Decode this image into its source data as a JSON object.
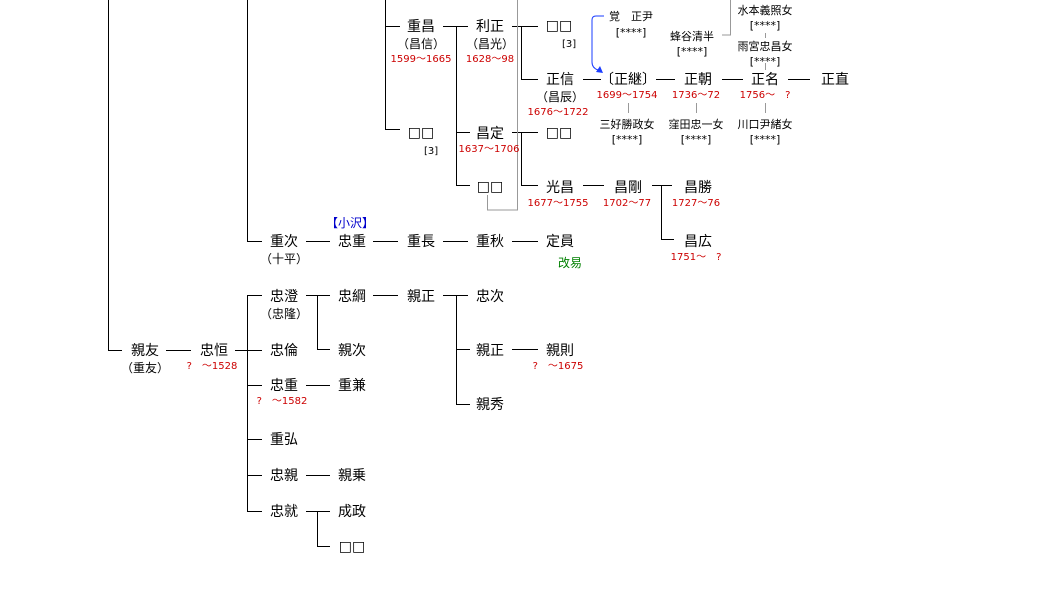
{
  "tree": {
    "persons": {
      "shigemasa": {
        "name": "重昌",
        "alias": "（昌信）",
        "dates": "1599〜1665"
      },
      "toshimasa": {
        "name": "利正",
        "alias": "（昌光）",
        "dates": "1628〜98"
      },
      "unknown_a": {
        "name": "□□",
        "footnote": "[3]"
      },
      "kan_masatada": {
        "name": "覚　正尹",
        "tag": "[****]"
      },
      "hachiya_seihan": {
        "name": "蜂谷清半",
        "tag": "[****]"
      },
      "mizumoto": {
        "name": "水本義照女",
        "tag": "[****]"
      },
      "amemiya": {
        "name": "雨宮忠昌女",
        "tag": "[****]"
      },
      "masanobu": {
        "name": "正信",
        "alias": "（昌辰）",
        "dates": "1676〜1722"
      },
      "masatsugu": {
        "name": "〔正継〕",
        "dates": "1699〜1754"
      },
      "masatomo": {
        "name": "正朝",
        "dates": "1736〜72"
      },
      "masana": {
        "name": "正名",
        "dates": "1756〜　?"
      },
      "masanao": {
        "name": "正直"
      },
      "miyoshi": {
        "name": "三好勝政女",
        "tag": "[****]"
      },
      "kubota": {
        "name": "窪田忠一女",
        "tag": "[****]"
      },
      "kawaguchi": {
        "name": "川口尹緒女",
        "tag": "[****]"
      },
      "unknown_b": {
        "name": "□□",
        "footnote": "[3]"
      },
      "masasada": {
        "name": "昌定",
        "dates": "1637〜1706"
      },
      "unknown_c": {
        "name": "□□"
      },
      "unknown_d": {
        "name": "□□"
      },
      "mitsumasa": {
        "name": "光昌",
        "dates": "1677〜1755"
      },
      "masatake": {
        "name": "昌剛",
        "dates": "1702〜77"
      },
      "masakatsu": {
        "name": "昌勝",
        "dates": "1727〜76"
      },
      "masahiro": {
        "name": "昌広",
        "dates": "1751〜　?"
      },
      "shigetsugu": {
        "name": "重次",
        "alias": "（十平）"
      },
      "tadashige_ozawa": {
        "name": "忠重",
        "clan": "【小沢】"
      },
      "shigenaga": {
        "name": "重長"
      },
      "shigeaki": {
        "name": "重秋"
      },
      "sadakazu": {
        "name": "定員",
        "note": "改易"
      },
      "chikatomo": {
        "name": "親友",
        "alias": "（重友）"
      },
      "tadatsune": {
        "name": "忠恒",
        "dates": "?　〜1528"
      },
      "tadazumi": {
        "name": "忠澄",
        "alias": "（忠隆）"
      },
      "tadatsuna": {
        "name": "忠綱"
      },
      "chikamasa_a": {
        "name": "親正"
      },
      "tadatsugu": {
        "name": "忠次"
      },
      "chikatsugu": {
        "name": "親次"
      },
      "tadatomo": {
        "name": "忠倫"
      },
      "chikamasa_b": {
        "name": "親正"
      },
      "chikanori": {
        "name": "親則",
        "dates": "?　〜1675"
      },
      "tadashige": {
        "name": "忠重",
        "dates": "?　〜1582"
      },
      "shigekane": {
        "name": "重兼"
      },
      "chikahide": {
        "name": "親秀"
      },
      "shigehiro": {
        "name": "重弘"
      },
      "tadachika": {
        "name": "忠親"
      },
      "chikanori2": {
        "name": "親乗"
      },
      "tadanari": {
        "name": "忠就"
      },
      "narimasa": {
        "name": "成政"
      },
      "unknown_e": {
        "name": "□□"
      }
    }
  }
}
